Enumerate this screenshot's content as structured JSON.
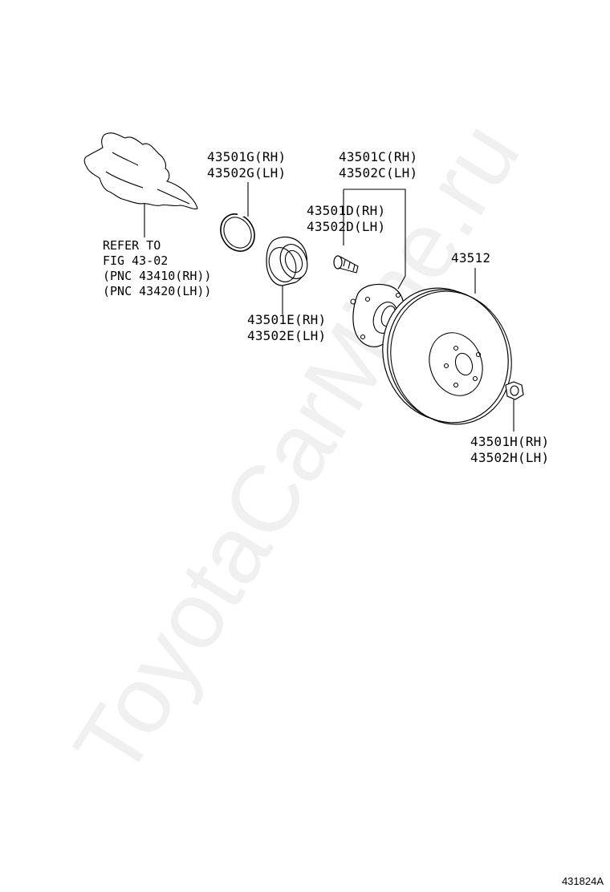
{
  "watermark": "ToyotaCarMine.ru",
  "figure_id": "431824A",
  "parts": {
    "snap_ring": {
      "line1": "43501G(RH)",
      "line2": "43502G(LH)"
    },
    "hub": {
      "line1": "43501C(RH)",
      "line2": "43502C(LH)"
    },
    "hub_bolt": {
      "line1": "43501D(RH)",
      "line2": "43502D(LH)"
    },
    "bearing": {
      "line1": "43501E(RH)",
      "line2": "43502E(LH)"
    },
    "disc": {
      "line1": "43512"
    },
    "nut": {
      "line1": "43501H(RH)",
      "line2": "43502H(LH)"
    }
  },
  "reference": {
    "line1": "REFER TO",
    "line2": "FIG 43-02",
    "line3": "(PNC 43410(RH))",
    "line4": "(PNC 43420(LH))"
  }
}
